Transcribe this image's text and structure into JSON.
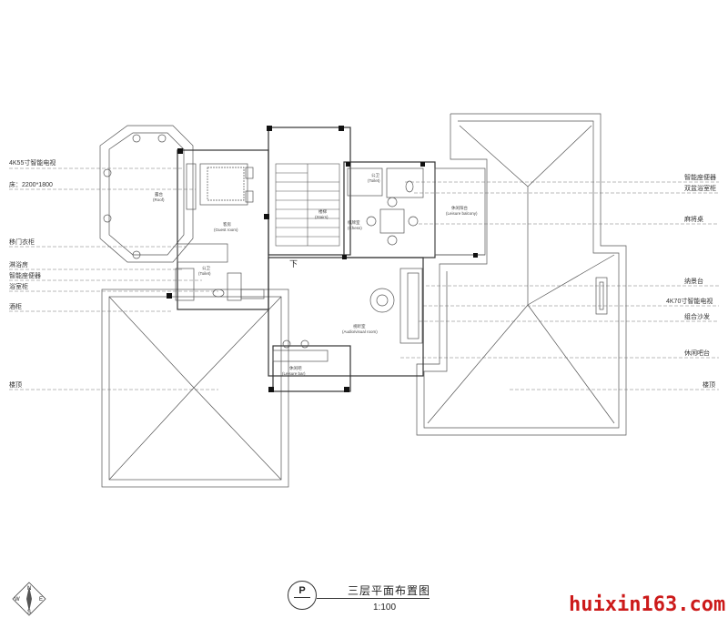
{
  "left_labels": [
    "4K55寸智能电视",
    "床：2200*1800",
    "移门衣柜",
    "淋浴房",
    "智能座便器",
    "浴室柜",
    "酒柜",
    "楼顶"
  ],
  "right_labels": [
    "智能座便器",
    "双盆浴室柜",
    "麻将桌",
    "纳景台",
    "4K70寸智能电视",
    "组合沙发",
    "休闲吧台",
    "楼顶"
  ],
  "rooms": {
    "roof_terrace": "露台",
    "roof_terrace_en": "(Roof)",
    "guest_room": "客房",
    "guest_room_en": "(Guest room)",
    "stairs": "楼梯",
    "stairs_en": "(Stairs)",
    "toilet_left": "公卫",
    "toilet_left_en": "(Toilet)",
    "toilet_right": "公卫",
    "toilet_right_en": "(Toilet)",
    "chess": "棋牌室",
    "chess_en": "(Chess)",
    "balcony": "休闲阳台",
    "balcony_en": "(Leisure balcony)",
    "av_room": "视听室",
    "av_room_en": "(Audio/visual room)",
    "bar": "休闲吧",
    "bar_en": "(Leisure bar)",
    "down_mark": "下"
  },
  "title": {
    "marker": "P",
    "text": "三层平面布置图",
    "scale": "1:100"
  },
  "compass": {
    "n": "N",
    "s": "S",
    "e": "E",
    "w": "W"
  },
  "watermark": "huixin163.com"
}
